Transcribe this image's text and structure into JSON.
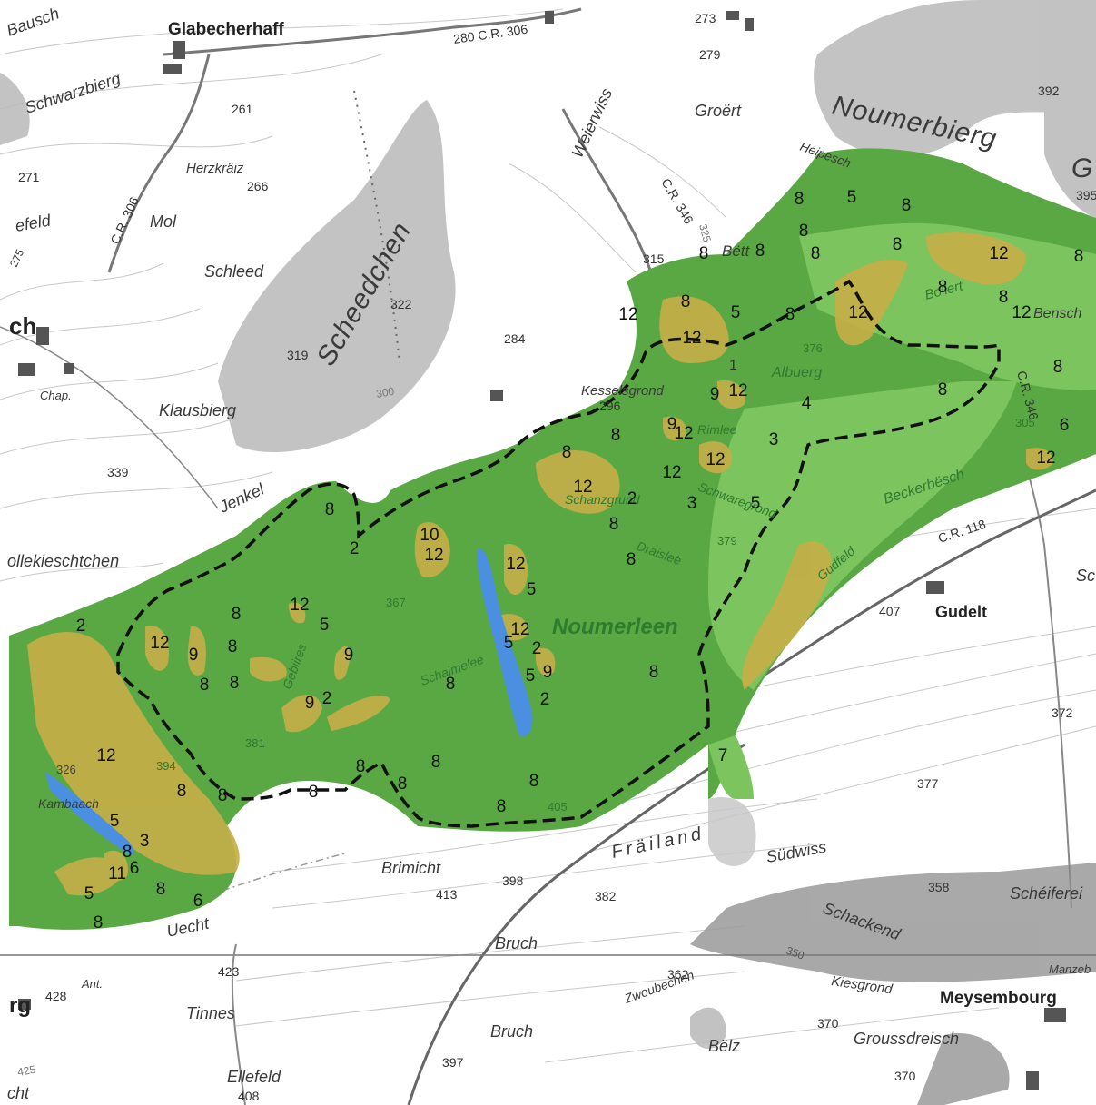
{
  "colors": {
    "forest_dark": "#5aa844",
    "forest_light": "#7cc45e",
    "clearing": "#c4ae48",
    "water": "#4a8fe0",
    "relief_grey": "#b8b8b8",
    "reserve_boundary": "#111111"
  },
  "places": {
    "glabecherhaff": "Glabecherhaff",
    "bauschelt": "Bausch",
    "schwarzbierg": "Schwarzbierg",
    "herzkraiz": "Herzkräiz",
    "mol": "Mol",
    "efeld": "efeld",
    "schleed": "Schleed",
    "scheedchen": "Scheedchen",
    "ch": "ch",
    "klausbierg": "Klausbierg",
    "chap": "Chap.",
    "jenkel": "Jenkel",
    "kollekieschtchen": "ollekieschtchen",
    "weierwiss": "Weierwiss",
    "groert": "Groërt",
    "noumerbierg": "Noumerbierg",
    "heipesch": "Heipesch",
    "betz": "Bëtt",
    "bensch": "Bensch",
    "kesselsgrond": "Kesselsgrond",
    "schanzgr": "Schanzgrund",
    "gudelt": "Gudelt",
    "sc": "Sc",
    "fraeiland": "Fräiland",
    "sudwiss": "Südwiss",
    "schackend": "Schackend",
    "scheifere": "Schéiferei",
    "manzebach": "Manzeb",
    "kiesgrond": "Kiesgrond",
    "meysembourg": "Meysembourg",
    "groussdreisch": "Groussdreisch",
    "belz": "Bëlz",
    "bruch_1": "Bruch",
    "bruch_2": "Bruch",
    "brimicht": "Brimicht",
    "uecht": "Uecht",
    "tinnes": "Tinnes",
    "ellefeld": "Ellefeld",
    "zwoubechen": "Zwoubechen",
    "rg": "rg",
    "ant": "Ant.",
    "cht": "cht",
    "kambaach": "Kambaach",
    "g_right": "G"
  },
  "forest_names": {
    "noumerleen": "Noumerleen",
    "albuerg": "Albuerg",
    "bollert": "Bollert",
    "beckerbesch": "Beckerbësch",
    "gudfeld": "Gudfeld",
    "schaimelee": "Schaimelee",
    "gebiires": "Gebiires",
    "draisleg": "Draisleë",
    "schwarzgrond": "Schwaregrond",
    "rimlee": "Rimlee"
  },
  "roads": {
    "cr306_top": "280 C.R. 306",
    "cr306_left": "C.R. 306",
    "cr346": "C.R. 346",
    "cr346_right": "C.R. 346",
    "cr118": "C.R. 118"
  },
  "elevations": [
    "273",
    "279",
    "392",
    "395",
    "261",
    "266",
    "271",
    "275",
    "315",
    "322",
    "319",
    "300",
    "325",
    "339",
    "284",
    "296",
    "372",
    "376",
    "398",
    "413",
    "382",
    "362",
    "370",
    "370",
    "425",
    "428",
    "423",
    "408",
    "407",
    "397",
    "377",
    "358",
    "367",
    "379",
    "381",
    "394",
    "405",
    "326",
    "350",
    "305",
    "1"
  ],
  "zones": [
    "8",
    "5",
    "8",
    "8",
    "8",
    "8",
    "8",
    "12",
    "8",
    "8",
    "12",
    "8",
    "5",
    "8",
    "12",
    "8",
    "12",
    "8",
    "9",
    "12",
    "4",
    "8",
    "9",
    "12",
    "3",
    "12",
    "6",
    "12",
    "8",
    "12",
    "2",
    "3",
    "12",
    "5",
    "8",
    "8",
    "8",
    "12",
    "10",
    "12",
    "2",
    "8",
    "12",
    "5",
    "8",
    "12",
    "5",
    "8",
    "9",
    "8",
    "8",
    "12",
    "5",
    "2",
    "5",
    "9",
    "9",
    "2",
    "2",
    "9",
    "12",
    "8",
    "8",
    "8",
    "8",
    "8",
    "8",
    "8",
    "7",
    "8",
    "8",
    "12",
    "5",
    "8",
    "8",
    "11",
    "6",
    "8",
    "6",
    "5",
    "8",
    "2",
    "3",
    "8"
  ]
}
